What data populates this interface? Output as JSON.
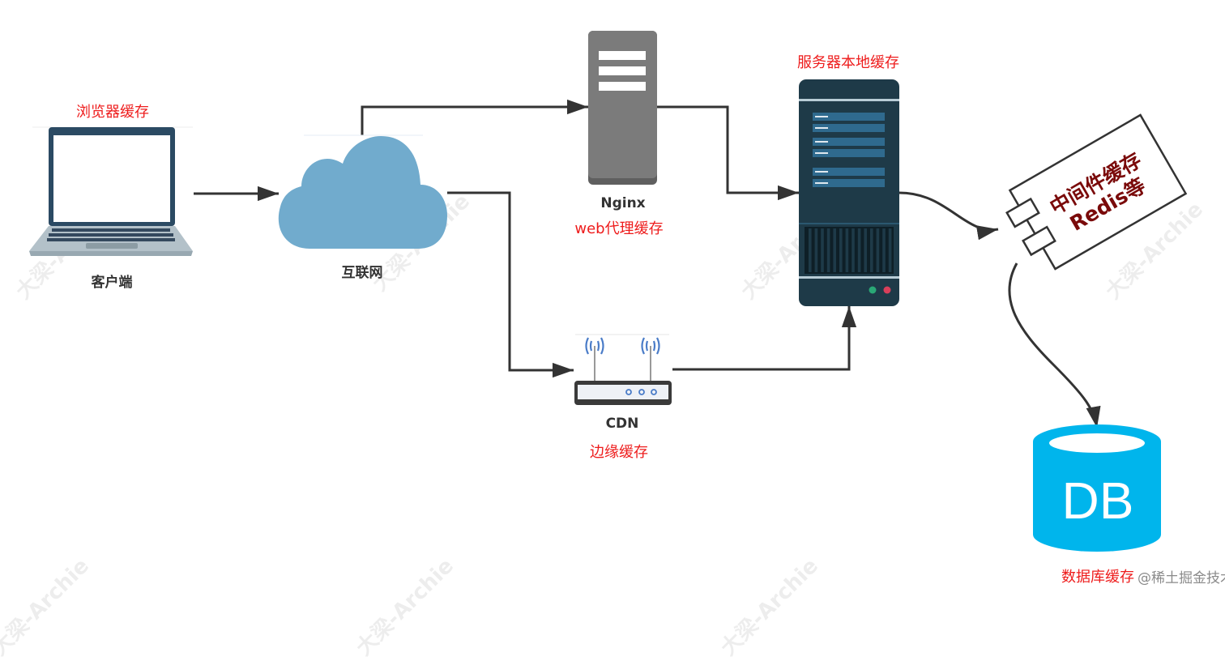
{
  "diagram": {
    "title": "Multi-level cache architecture",
    "nodes": {
      "client": {
        "name": "客户端",
        "cache_label": "浏览器缓存",
        "icon": "laptop-icon"
      },
      "internet": {
        "name": "互联网",
        "icon": "cloud-icon"
      },
      "nginx": {
        "name": "Nginx",
        "cache_label": "web代理缓存",
        "icon": "server-tower-icon"
      },
      "cdn": {
        "name": "CDN",
        "cache_label": "边缘缓存",
        "icon": "router-icon"
      },
      "app_server": {
        "cache_label": "服务器本地缓存",
        "icon": "server-rack-icon"
      },
      "middleware": {
        "line1": "中间件缓存",
        "line2": "Redis等",
        "icon": "component-icon"
      },
      "database": {
        "name": "DB",
        "cache_label": "数据库缓存",
        "icon": "database-icon"
      }
    },
    "edges": [
      {
        "from": "client",
        "to": "internet"
      },
      {
        "from": "internet",
        "to": "nginx"
      },
      {
        "from": "internet",
        "to": "cdn"
      },
      {
        "from": "nginx",
        "to": "app_server"
      },
      {
        "from": "cdn",
        "to": "app_server"
      },
      {
        "from": "app_server",
        "to": "middleware"
      },
      {
        "from": "middleware",
        "to": "database"
      }
    ],
    "colors": {
      "cache_label": "#ee1c1c",
      "node_label": "#333333",
      "middleware_text": "#7a0a0a",
      "cloud": "#71abcd",
      "db": "#00b5ec",
      "server_body": "#1e3a48",
      "nginx_body": "#7a7a7a",
      "edge": "#333333"
    }
  },
  "watermark": {
    "text": "大梁-Archie"
  },
  "footer": {
    "text": "@稀土掘金技术社区"
  }
}
